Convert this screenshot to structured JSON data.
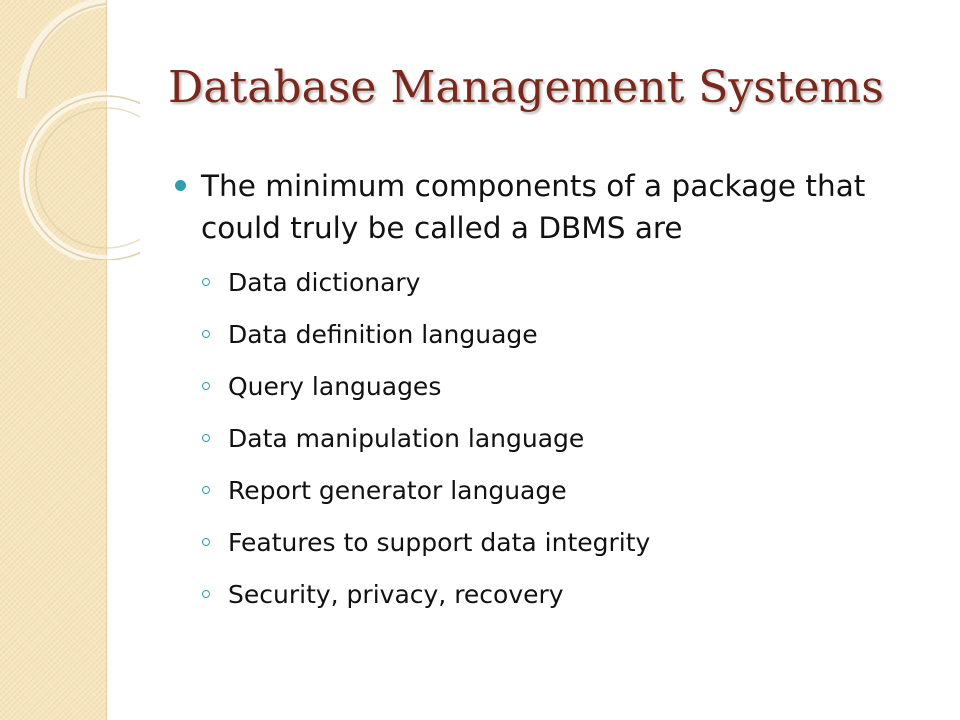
{
  "slide": {
    "title": "Database Management Systems",
    "bullet": "The minimum components of a package that could truly be called a DBMS are",
    "sub_items": [
      "Data dictionary",
      "Data definition language",
      "Query languages",
      "Data manipulation language",
      "Report generator language",
      "Features to support data integrity",
      "Security, privacy, recovery"
    ]
  },
  "colors": {
    "title": "#79281c",
    "bullet_accent": "#2f9fad",
    "side_band": "#f6e5bd",
    "text": "#111111"
  },
  "icons": {
    "main_bullet": "filled-circle-bullet",
    "sub_bullet": "hollow-circle-bullet"
  }
}
